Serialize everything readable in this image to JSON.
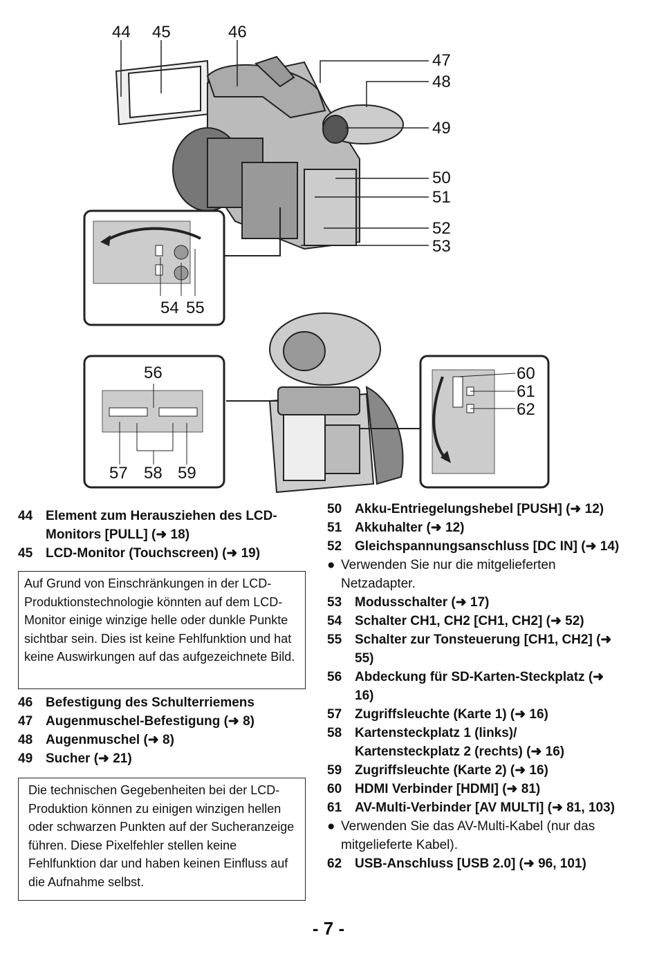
{
  "figure": {
    "callouts": {
      "c44": "44",
      "c45": "45",
      "c46": "46",
      "c47": "47",
      "c48": "48",
      "c49": "49",
      "c50": "50",
      "c51": "51",
      "c52": "52",
      "c53": "53",
      "c54": "54",
      "c55": "55",
      "c56": "56",
      "c57": "57",
      "c58": "58",
      "c59": "59",
      "c60": "60",
      "c61": "61",
      "c62": "62"
    }
  },
  "left_column": {
    "items_a": [
      {
        "num": "44",
        "text": "Element zum Herausziehen des LCD-Monitors [PULL] (➜ 18)"
      },
      {
        "num": "45",
        "text": "LCD-Monitor (Touchscreen) (➜ 19)"
      }
    ],
    "note1": "Auf Grund von Einschränkungen in der LCD-Produktionstechnologie könnten auf dem LCD-Monitor einige winzige helle oder dunkle Punkte sichtbar sein. Dies ist keine Fehlfunktion und hat keine Auswirkungen auf das aufgezeichnete Bild.",
    "items_b": [
      {
        "num": "46",
        "text": "Befestigung des Schulterriemens"
      },
      {
        "num": "47",
        "text": "Augenmuschel-Befestigung (➜ 8)"
      },
      {
        "num": "48",
        "text": "Augenmuschel (➜ 8)"
      },
      {
        "num": "49",
        "text": "Sucher (➜ 21)"
      }
    ],
    "note2": "Die technischen Gegebenheiten bei der LCD-Produktion können zu einigen winzigen hellen oder schwarzen Punkten auf der Sucheranzeige führen. Diese Pixelfehler stellen keine Fehlfunktion dar und haben keinen Einfluss auf die Aufnahme selbst."
  },
  "right_column": {
    "i50": {
      "num": "50",
      "text": "Akku-Entriegelungshebel [PUSH] (➜ 12)"
    },
    "i51": {
      "num": "51",
      "text": "Akkuhalter (➜ 12)"
    },
    "i52": {
      "num": "52",
      "text": "Gleichspannungsanschluss [DC IN] (➜ 14)"
    },
    "b52": {
      "dot": "●",
      "text": "Verwenden Sie nur die mitgelieferten Netzadapter."
    },
    "i53": {
      "num": "53",
      "text": "Modusschalter (➜ 17)"
    },
    "i54": {
      "num": "54",
      "text": "Schalter CH1, CH2 [CH1, CH2] (➜ 52)"
    },
    "i55": {
      "num": "55",
      "text": "Schalter zur Tonsteuerung [CH1, CH2] (➜ 55)"
    },
    "i56": {
      "num": "56",
      "text": "Abdeckung für SD-Karten-Steckplatz (➜ 16)"
    },
    "i57": {
      "num": "57",
      "text": "Zugriffsleuchte (Karte 1) (➜ 16)"
    },
    "i58": {
      "num": "58",
      "text": "Kartensteckplatz 1 (links)/ Kartensteckplatz 2 (rechts) (➜ 16)"
    },
    "i59": {
      "num": "59",
      "text": "Zugriffsleuchte (Karte 2) (➜ 16)"
    },
    "i60": {
      "num": "60",
      "text": "HDMI Verbinder [HDMI] (➜ 81)"
    },
    "i61": {
      "num": "61",
      "text": "AV-Multi-Verbinder [AV MULTI] (➜ 81, 103)"
    },
    "b61": {
      "dot": "●",
      "text": "Verwenden Sie das AV-Multi-Kabel (nur das mitgelieferte Kabel)."
    },
    "i62": {
      "num": "62",
      "text": "USB-Anschluss [USB 2.0] (➜ 96, 101)"
    }
  },
  "page_number": "- 7 -"
}
